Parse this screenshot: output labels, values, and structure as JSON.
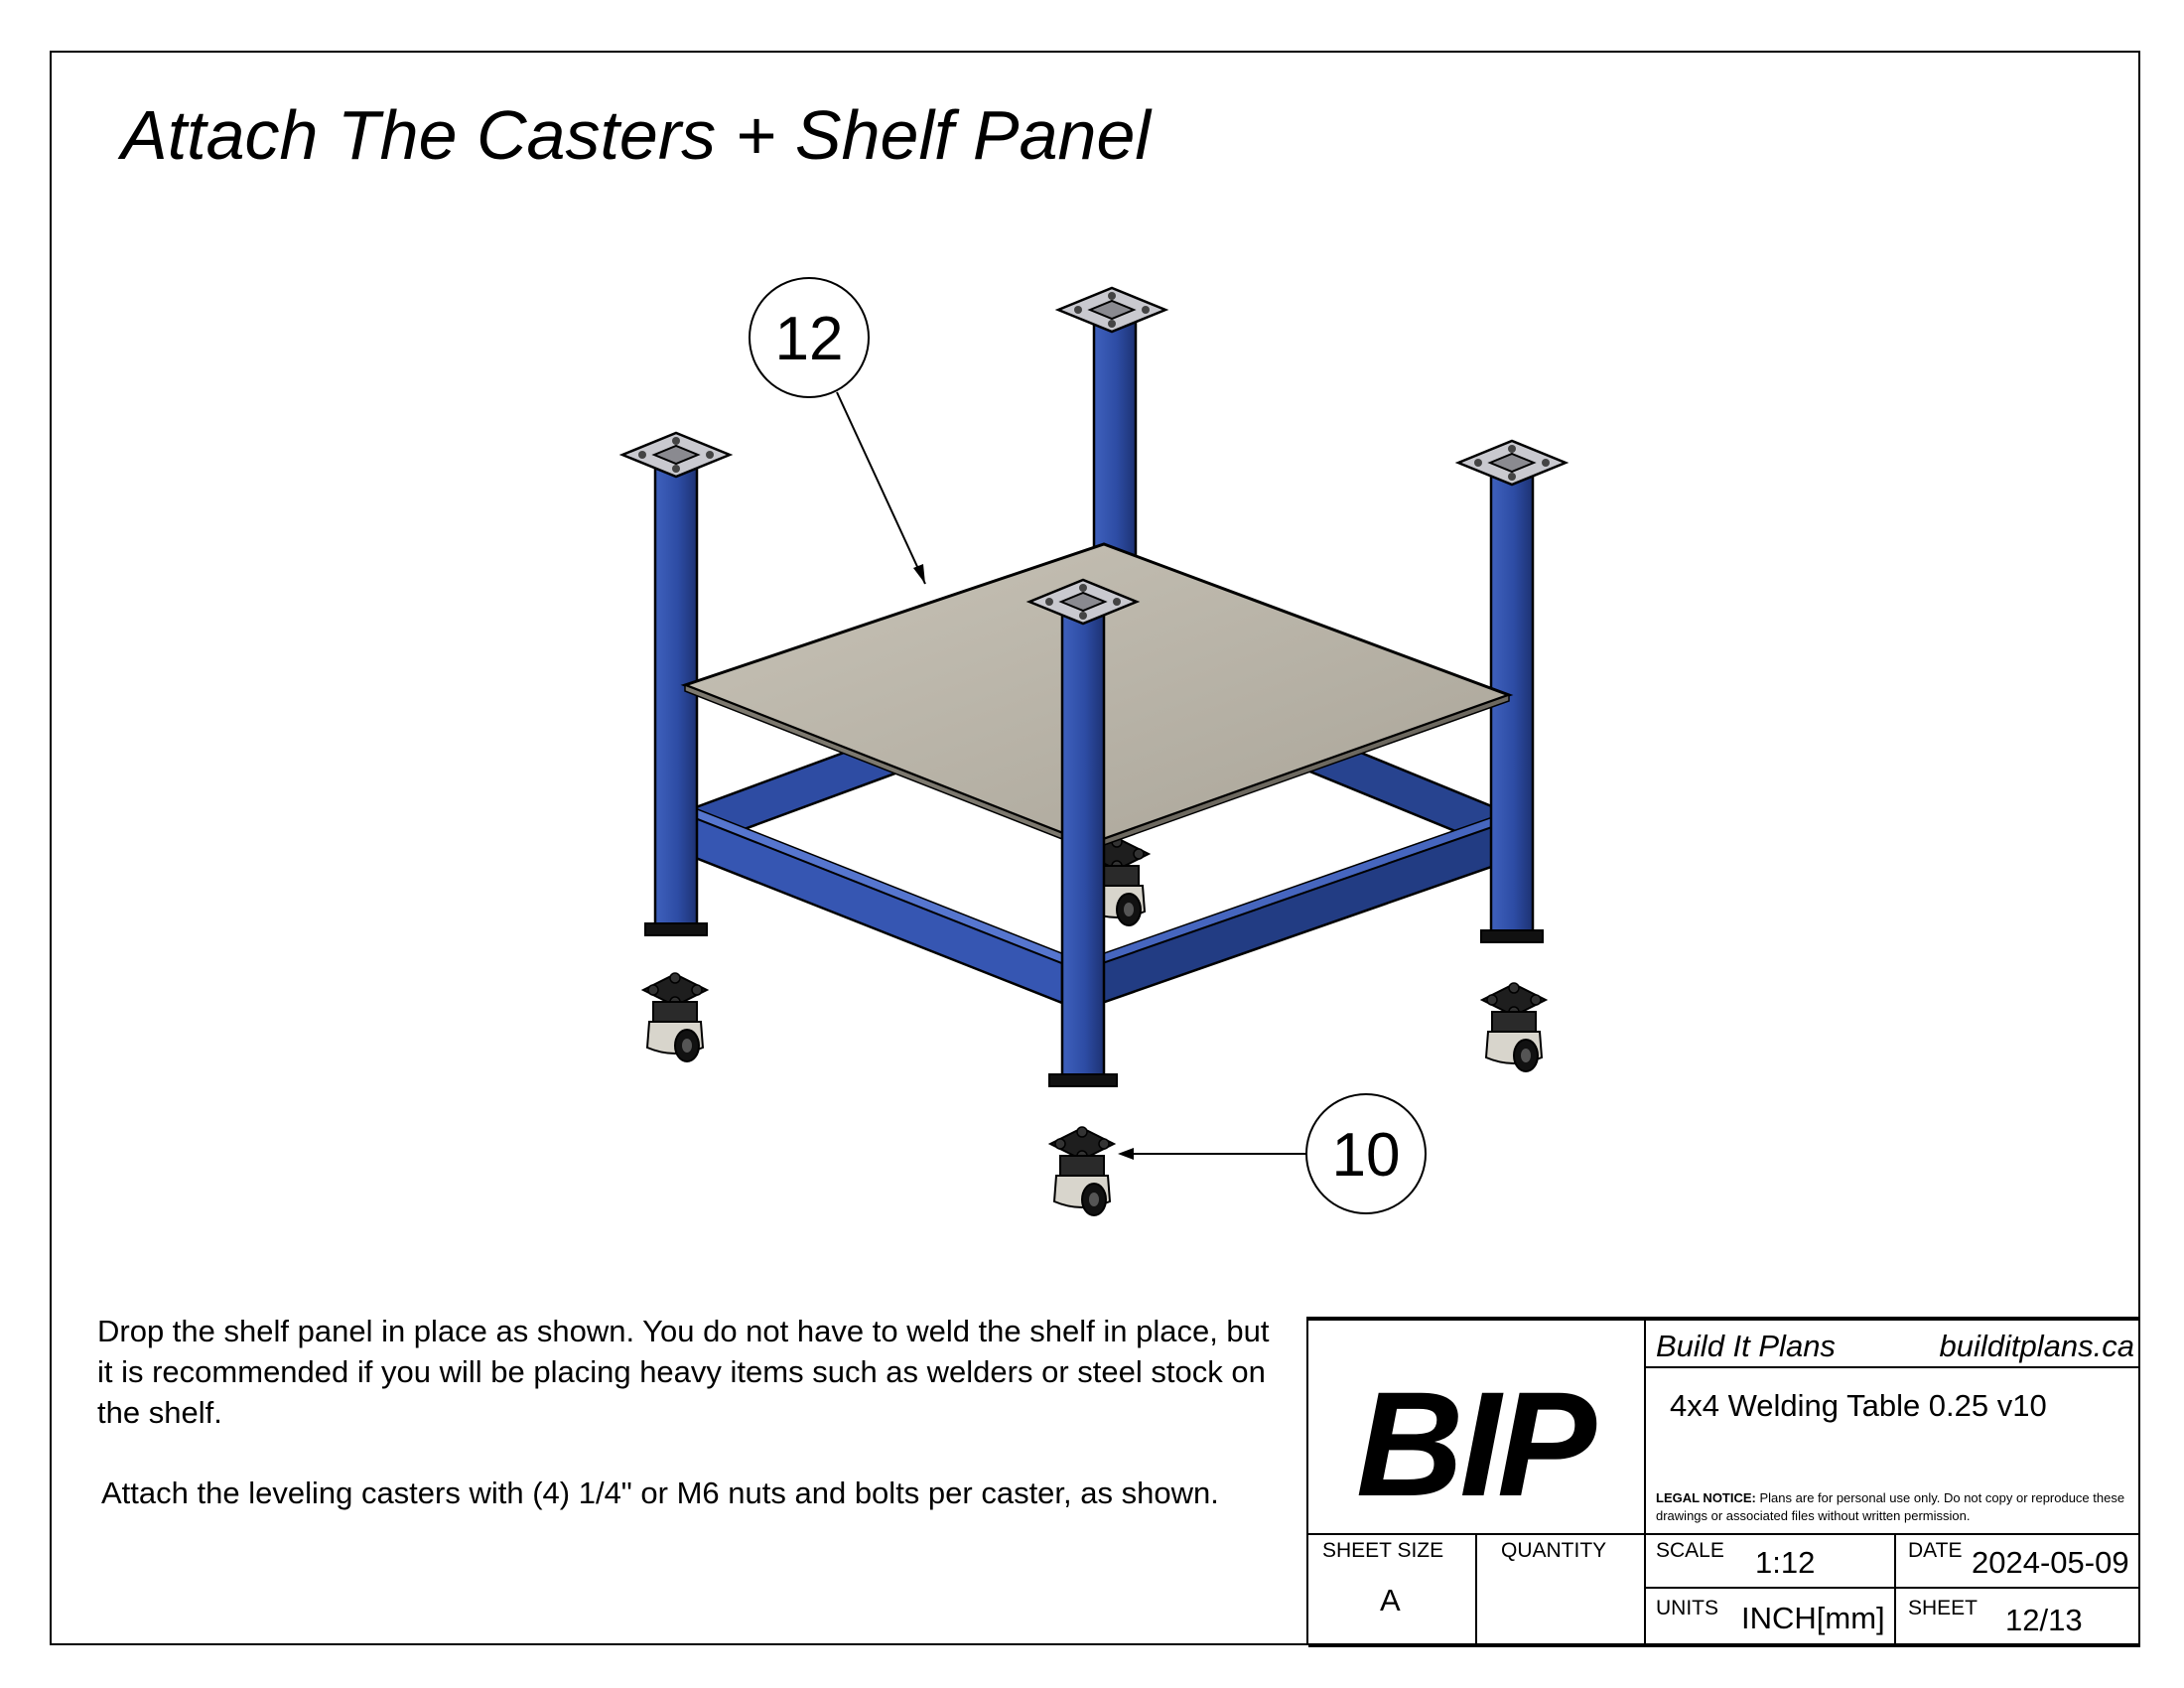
{
  "title": "Attach The Casters + Shelf Panel",
  "callouts": [
    {
      "number": "12",
      "part": "shelf-panel"
    },
    {
      "number": "10",
      "part": "leveling-caster"
    }
  ],
  "notes": [
    "Drop the shelf panel in place as shown. You do not have to weld the shelf in place, but it is recommended if you will be placing heavy items such as welders or steel stock on the shelf.",
    "Attach the leveling casters with (4) 1/4\" or M6 nuts and bolts per caster, as shown."
  ],
  "colors": {
    "frame_blue": "#2f4fa8",
    "frame_blue_dark": "#1f3578",
    "frame_blue_light": "#4a6cc4",
    "shelf_gray": "#b9b4a8",
    "plate_gray": "#c6c6cc"
  },
  "title_block": {
    "logo": "BIP",
    "company": "Build It Plans",
    "website": "builditplans.ca",
    "drawing_title": "4x4 Welding Table 0.25 v10",
    "legal_label": "LEGAL NOTICE:",
    "legal_text": "Plans are for personal use only. Do not copy or reproduce these drawings or associated files without written permission.",
    "sheet_size_label": "SHEET SIZE",
    "sheet_size": "A",
    "quantity_label": "QUANTITY",
    "quantity": "",
    "scale_label": "SCALE",
    "scale": "1:12",
    "date_label": "DATE",
    "date": "2024-05-09",
    "units_label": "UNITS",
    "units": "INCH[mm]",
    "sheet_label": "SHEET",
    "sheet": "12/13"
  }
}
